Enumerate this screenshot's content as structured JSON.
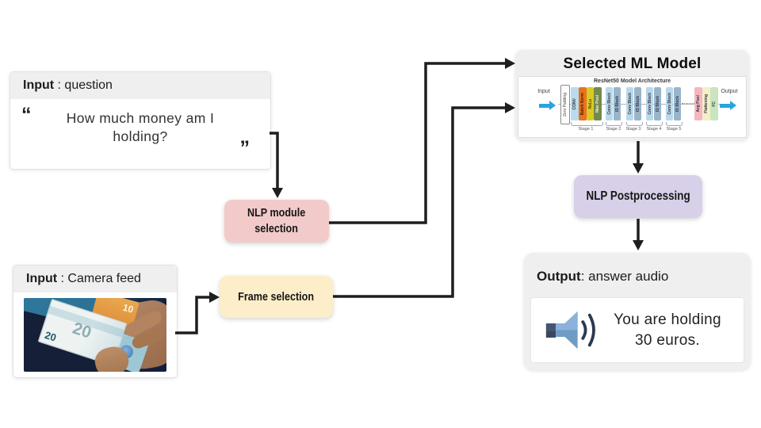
{
  "question_box": {
    "header_bold": "Input",
    "header_rest": " : question",
    "open_quote": "“",
    "close_quote": "”",
    "text_line1": "How much money am I",
    "text_line2": "holding?"
  },
  "camera_box": {
    "header_bold": "Input",
    "header_rest": " : Camera feed",
    "photo": {
      "note_20_small": "20",
      "note_20_big": "20",
      "note_10": "10"
    }
  },
  "nodes": {
    "nlp_module_line1": "NLP module",
    "nlp_module_line2": "selection",
    "frame_selection": "Frame selection",
    "nlp_postprocessing": "NLP Postprocessing"
  },
  "ml_model": {
    "title": "Selected ML Model",
    "resnet": {
      "title": "ResNet50 Model Architecture",
      "input_label": "Input",
      "output_label": "Output",
      "blocks": [
        "Zero Padding",
        "CONV",
        "Batch Norm",
        "ReLu",
        "Max Pool",
        "Conv Block",
        "ID Block",
        "Conv Block",
        "ID Block",
        "Conv Block",
        "ID Block",
        "Conv Block",
        "ID Block",
        "Avg Pool",
        "Flattening",
        "FC"
      ],
      "stages": [
        "Stage 1",
        "Stage 2",
        "Stage 3",
        "Stage 4",
        "Stage 5"
      ]
    }
  },
  "output_box": {
    "header_bold": "Output",
    "header_rest": ": answer audio",
    "text_line1": "You are holding",
    "text_line2": "30 euros."
  },
  "colors": {
    "node_pink": "#f2caca",
    "node_yellow": "#fbeec9",
    "node_purple": "#d7d0e8",
    "header_gray": "#efefef",
    "arrow_black": "#1e1e1e",
    "resnet_arrow_blue": "#2ba3e0",
    "speaker_blue": "#6f9cc4"
  }
}
